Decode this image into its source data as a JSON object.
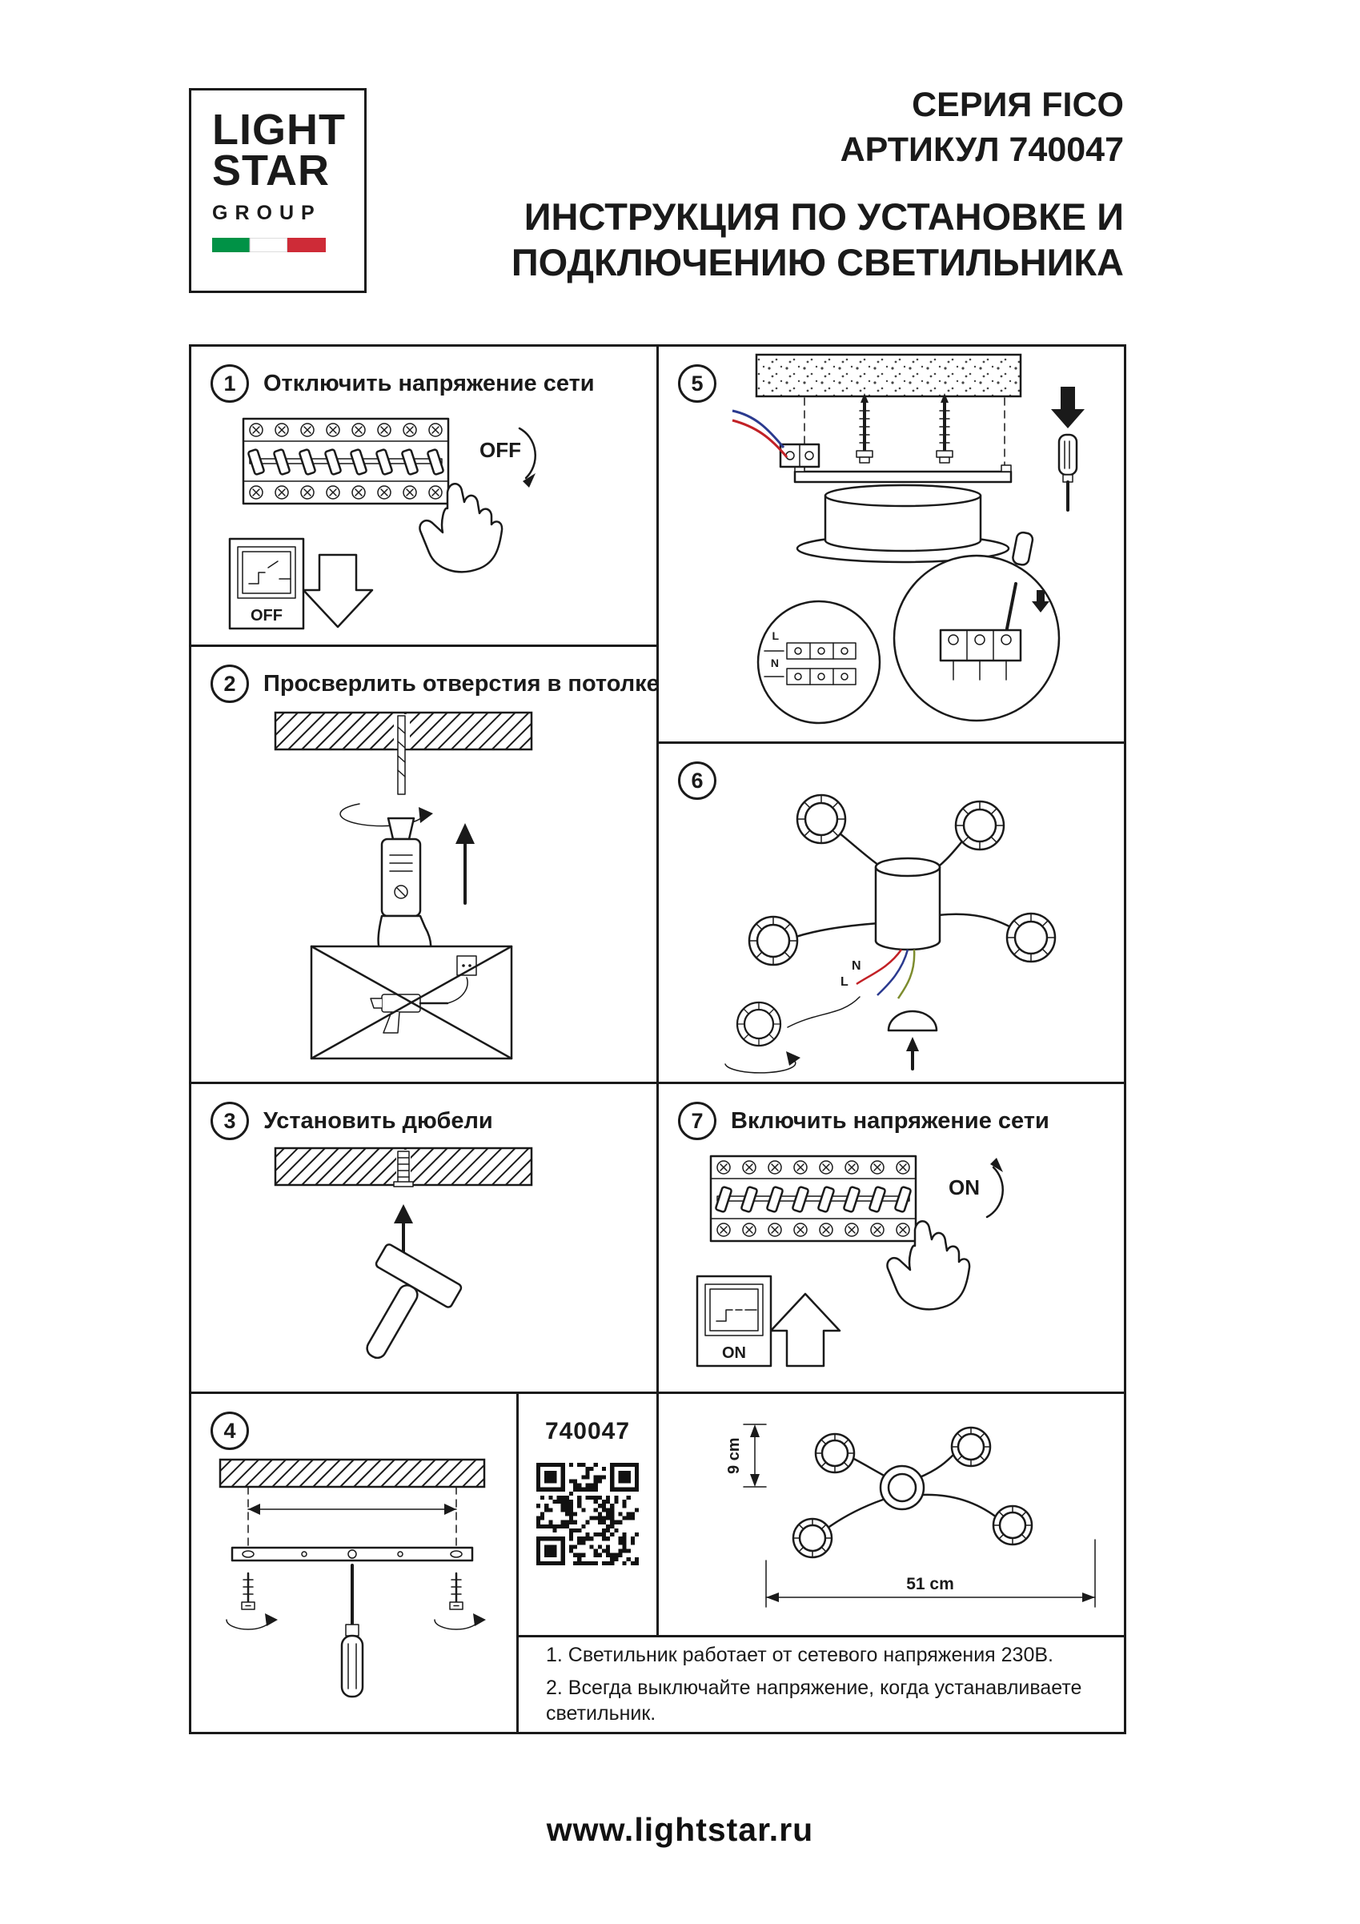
{
  "logo": {
    "word1": "LIGHT",
    "word2": "STAR",
    "word3": "GROUP"
  },
  "header": {
    "series": "СЕРИЯ FICO",
    "article": "АРТИКУЛ 740047",
    "title_line1": "ИНСТРУКЦИЯ ПО УСТАНОВКЕ И",
    "title_line2": "ПОДКЛЮЧЕНИЮ СВЕТИЛЬНИКА"
  },
  "steps": {
    "s1": {
      "num": "1",
      "label": "Отключить напряжение сети"
    },
    "s2": {
      "num": "2",
      "label": "Просверлить отверстия в потолке"
    },
    "s3": {
      "num": "3",
      "label": "Установить дюбели"
    },
    "s4": {
      "num": "4"
    },
    "s5": {
      "num": "5"
    },
    "s6": {
      "num": "6"
    },
    "s7": {
      "num": "7",
      "label": "Включить напряжение сети"
    }
  },
  "labels": {
    "off": "OFF",
    "on": "ON",
    "line_l": "L",
    "neutral_n": "N"
  },
  "product": {
    "article": "740047",
    "height": "9 cm",
    "width": "51 cm"
  },
  "notes": {
    "line1": "1. Светильник работает от сетевого напряжения 230В.",
    "line2": "2. Всегда выключайте напряжение, когда устанавливаете светильник."
  },
  "footer": {
    "url": "www.lightstar.ru"
  },
  "colors": {
    "wire_red": "#c22126",
    "wire_blue": "#2b3a8f",
    "wire_ground": "#7d8c2e",
    "flag_green": "#009246",
    "flag_red": "#ce2b37"
  }
}
